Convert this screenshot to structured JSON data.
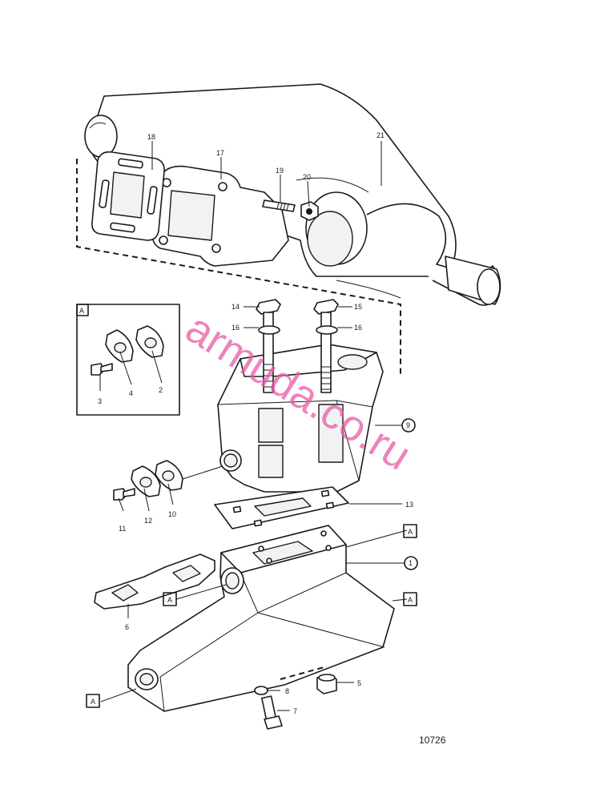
{
  "diagram": {
    "part_labels": {
      "p1": "1",
      "p2": "2",
      "p3": "3",
      "p4": "4",
      "p5": "5",
      "p6": "6",
      "p7": "7",
      "p8": "8",
      "p9": "9",
      "p10": "10",
      "p11": "11",
      "p12": "12",
      "p13": "13",
      "p14": "14",
      "p15": "15",
      "p16a": "16",
      "p16b": "16",
      "p17": "17",
      "p18": "18",
      "p19": "19",
      "p20": "20",
      "p21": "21"
    },
    "detail_ref": {
      "inset": "A",
      "r1": "A",
      "r2": "A",
      "r3": "A",
      "r4": "A"
    },
    "document_number": "10726",
    "watermark": "armuda.co.ru"
  }
}
